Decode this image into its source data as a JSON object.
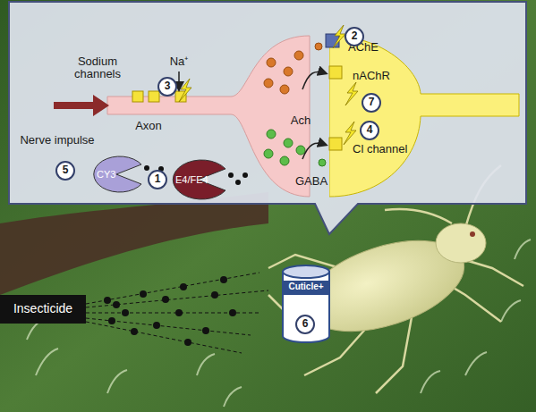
{
  "diagram": {
    "nodes": [
      {
        "text": [
          "E4/FE4"
        ]
      },
      {
        "text": [
          "CY3"
        ]
      },
      {
        "text": [
          "Insecticide"
        ]
      },
      {
        "text": [
          "Cuticle+"
        ]
      },
      {
        "text": [
          "nAChR",
          "Cl channel"
        ]
      },
      {
        "text": [
          "1"
        ]
      },
      {
        "text": [
          "2"
        ]
      },
      {
        "text": [
          "3"
        ]
      },
      {
        "text": [
          "4"
        ]
      },
      {
        "text": [
          "5"
        ]
      },
      {
        "text": [
          "6"
        ],
        "in": 3
      },
      {
        "text": [
          "7"
        ]
      }
    ],
    "labels": [
      "Sodium channels",
      "Na⁺",
      "Nerve impulse",
      "Axon",
      "AChE",
      "Ach",
      "GABA"
    ]
  }
}
